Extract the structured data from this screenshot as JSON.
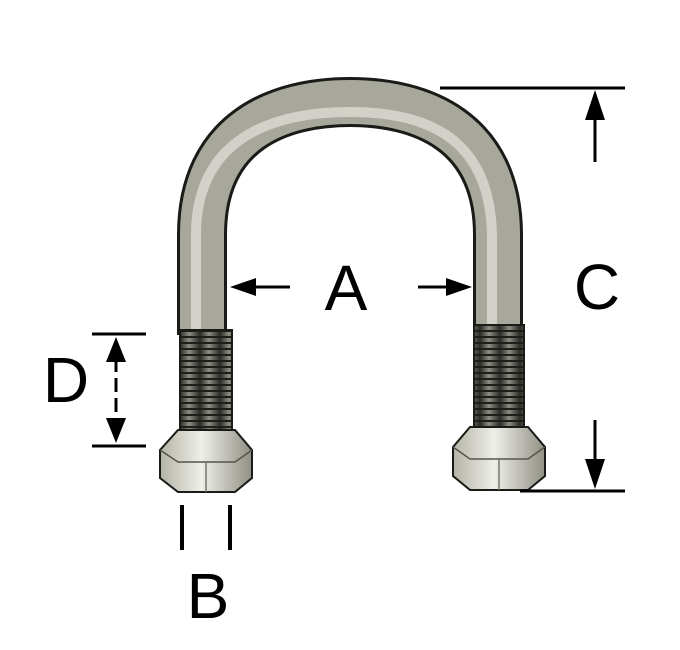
{
  "labels": {
    "a": "A",
    "b": "B",
    "c": "C",
    "d": "D"
  },
  "colors": {
    "line": "#000000",
    "metal_light": "#e9e9e4",
    "metal_mid": "#b7b7ab",
    "metal_dark": "#6d6d63",
    "thread_dark": "#2e2e2a",
    "background": "#ffffff"
  }
}
